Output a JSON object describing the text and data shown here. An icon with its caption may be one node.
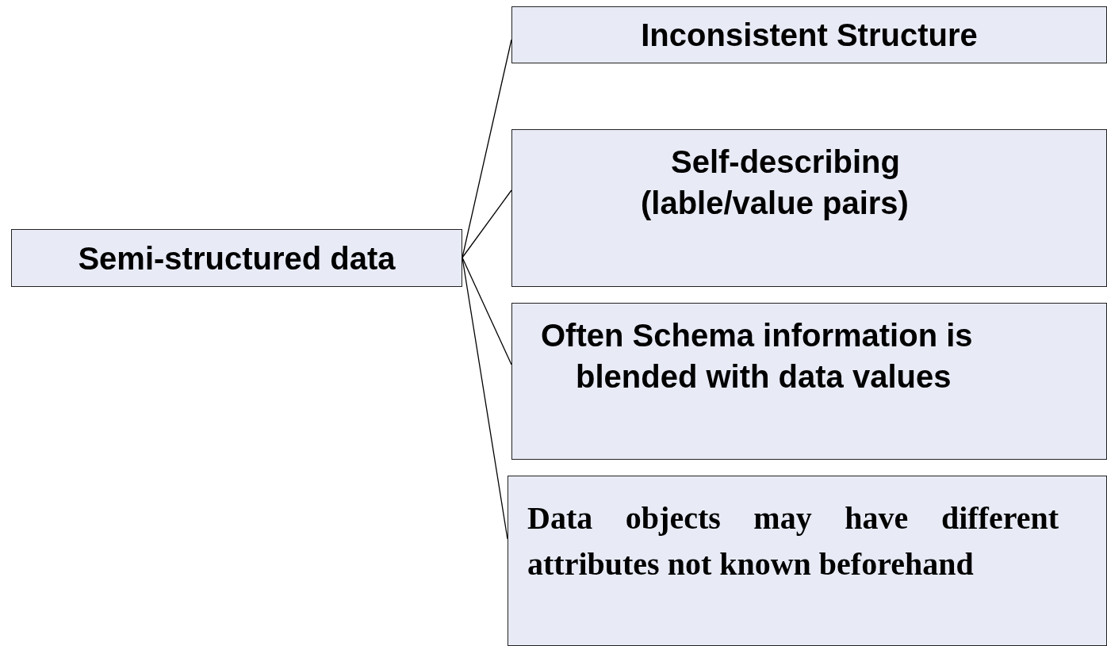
{
  "diagram": {
    "nodes": [
      {
        "text": [
          "Semi-structured data"
        ]
      },
      {
        "text": [
          "Inconsistent Structure"
        ]
      },
      {
        "text": [
          "Self-describing (lable/value pairs)"
        ]
      },
      {
        "text": [
          "Often Schema information is blended with data values"
        ]
      },
      {
        "text": [
          "Data objects may have different attributes not known beforehand"
        ]
      }
    ],
    "edges": [
      {
        "from": 0,
        "to": 1,
        "arrow": "none"
      },
      {
        "from": 0,
        "to": 2,
        "arrow": "none"
      },
      {
        "from": 0,
        "to": 3,
        "arrow": "none"
      },
      {
        "from": 0,
        "to": 4,
        "arrow": "none"
      }
    ]
  }
}
